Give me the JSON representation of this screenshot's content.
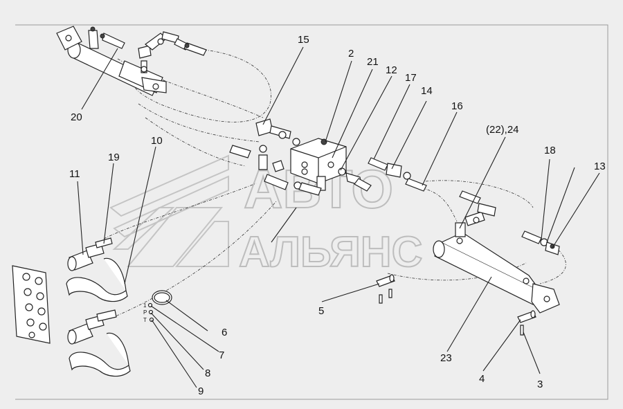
{
  "watermark": {
    "line1": "АВТО",
    "line2": "АЛЬЯНС"
  },
  "callouts": [
    {
      "id": "c1",
      "text": "15"
    },
    {
      "id": "c2",
      "text": "2"
    },
    {
      "id": "c3",
      "text": "21"
    },
    {
      "id": "c4",
      "text": "12"
    },
    {
      "id": "c5",
      "text": "17"
    },
    {
      "id": "c6",
      "text": "14"
    },
    {
      "id": "c7",
      "text": "16"
    },
    {
      "id": "c8",
      "text": "(22),24"
    },
    {
      "id": "c9",
      "text": "18"
    },
    {
      "id": "c10",
      "text": "13"
    },
    {
      "id": "c11",
      "text": "20"
    },
    {
      "id": "c12",
      "text": "11"
    },
    {
      "id": "c13",
      "text": "19"
    },
    {
      "id": "c14",
      "text": "10"
    },
    {
      "id": "c15",
      "text": "5"
    },
    {
      "id": "c16",
      "text": "6"
    },
    {
      "id": "c17",
      "text": "7"
    },
    {
      "id": "c18",
      "text": "8"
    },
    {
      "id": "c19",
      "text": "9"
    },
    {
      "id": "c20",
      "text": "23"
    },
    {
      "id": "c21",
      "text": "4"
    },
    {
      "id": "c22",
      "text": "3"
    }
  ],
  "port_marks": {
    "one": "1",
    "p": "P",
    "t": "T"
  }
}
